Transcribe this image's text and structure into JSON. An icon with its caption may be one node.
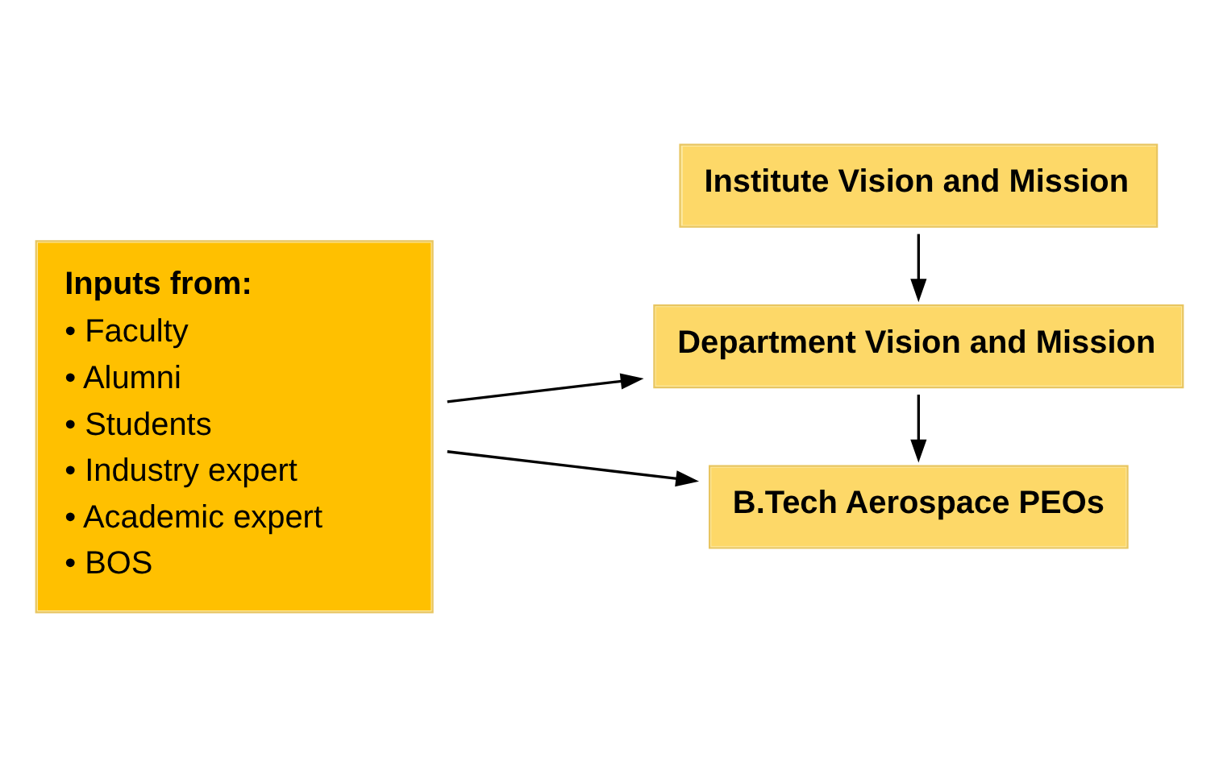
{
  "diagram": {
    "nodes": [
      {
        "text": [
          "Inputs from:",
          "• Faculty",
          "• Alumni",
          "• Students",
          "• Industry expert",
          "• Academic expert",
          "• BOS"
        ]
      },
      {
        "text": [
          "Institute Vision and Mission"
        ]
      },
      {
        "text": [
          "Department Vision and Mission"
        ]
      },
      {
        "text": [
          "B.Tech Aerospace PEOs"
        ]
      }
    ],
    "edges": [
      {
        "from": 1,
        "to": 2,
        "arrow": "to"
      },
      {
        "from": 0,
        "to": 2,
        "arrow": "to"
      },
      {
        "from": 2,
        "to": 3,
        "arrow": "to"
      },
      {
        "from": 0,
        "to": 3,
        "arrow": "to"
      }
    ]
  }
}
